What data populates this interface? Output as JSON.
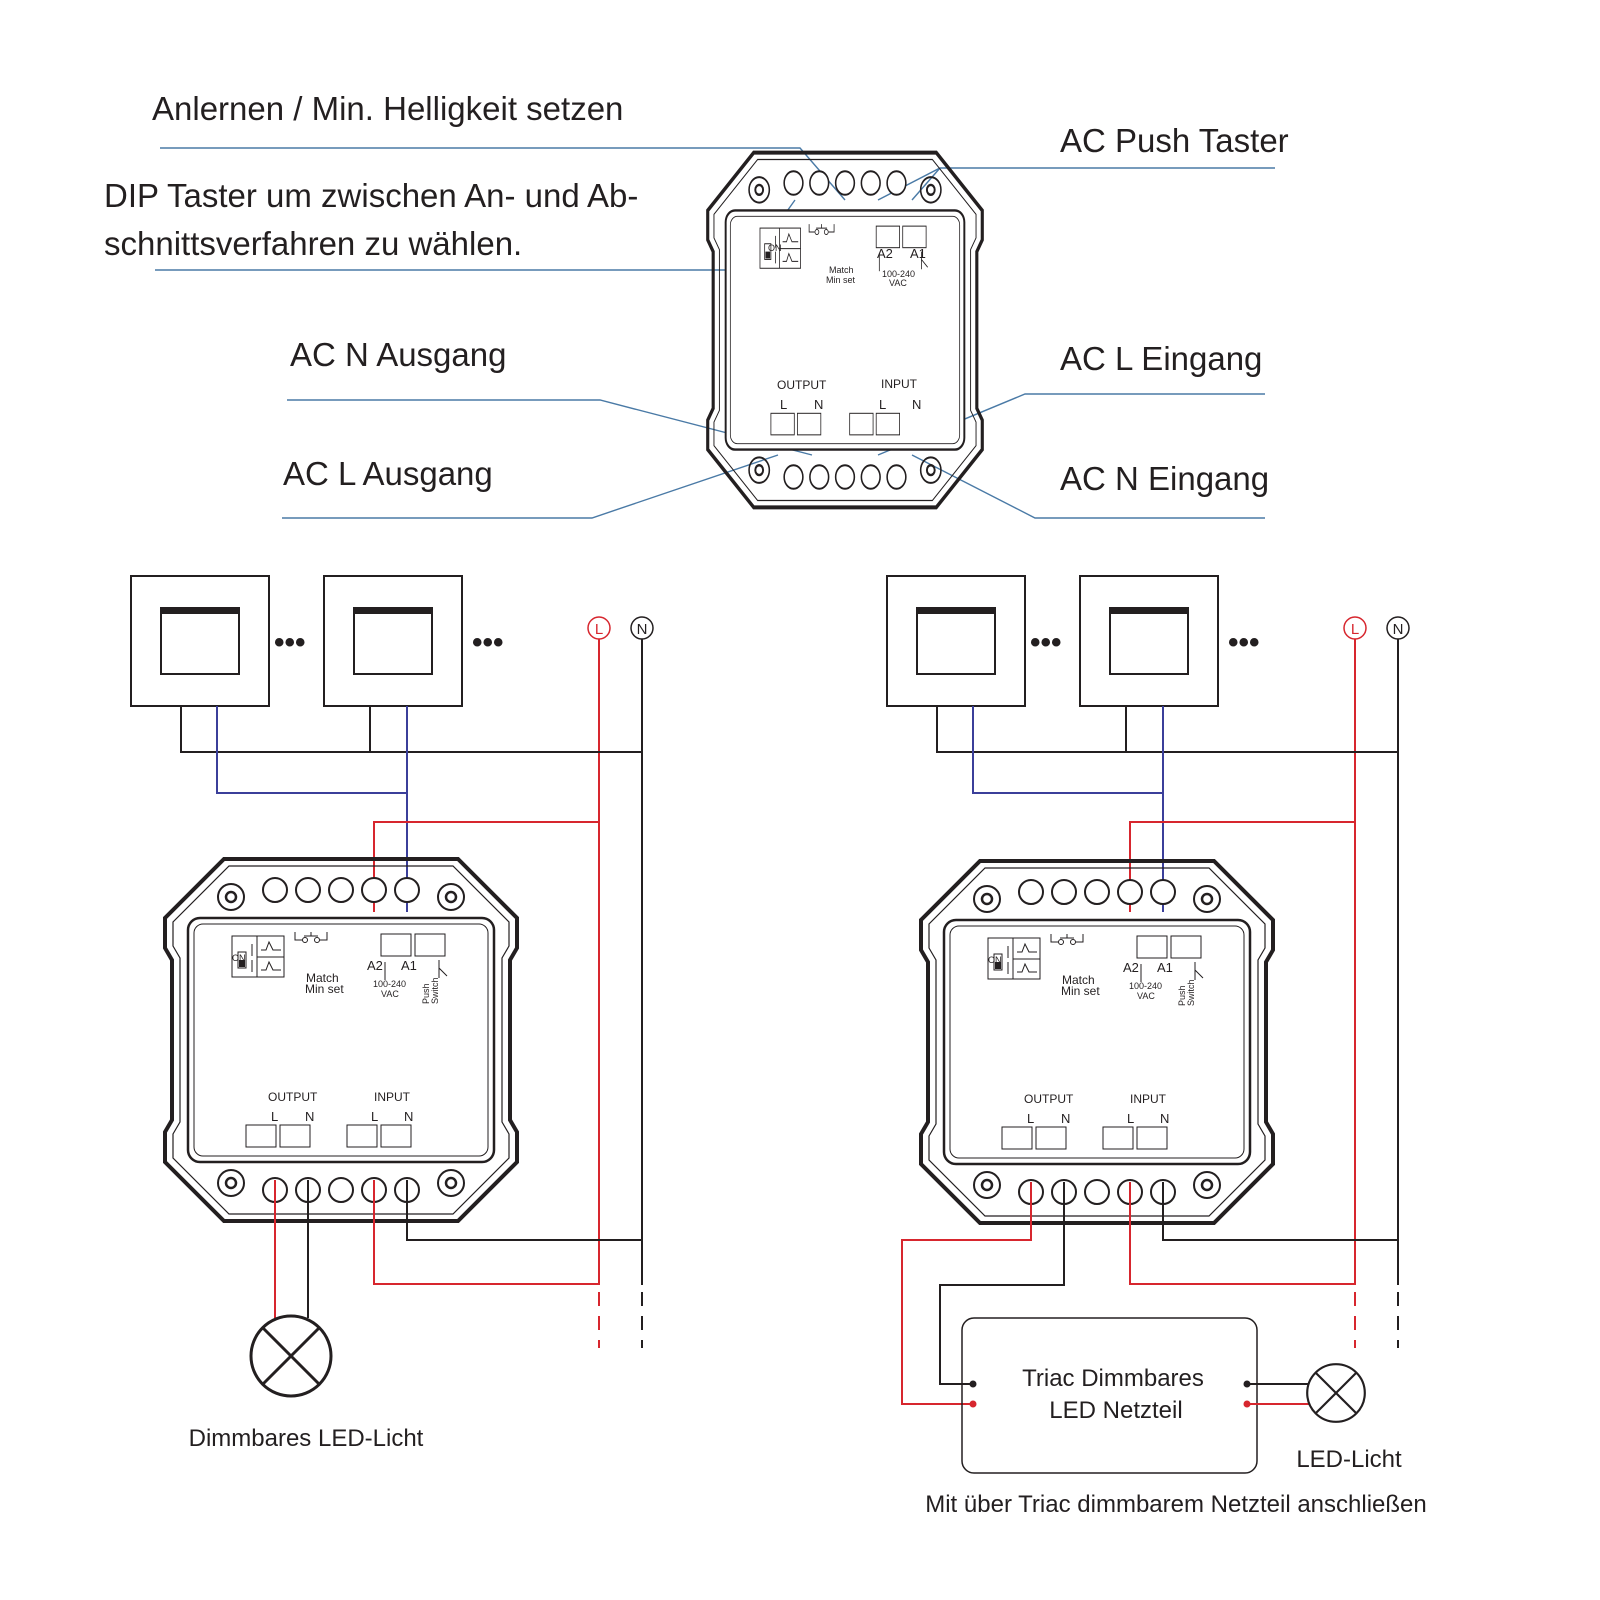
{
  "callouts": {
    "learn_min": "Anlernen / Min. Helligkeit setzen",
    "ac_push": "AC Push Taster",
    "dip_line1": "DIP Taster um zwischen An- und Ab-",
    "dip_line2": "schnittsverfahren zu wählen.",
    "ac_n_out": "AC N Ausgang",
    "ac_l_in": "AC L Eingang",
    "ac_l_out": "AC L Ausgang",
    "ac_n_in": "AC N Eingang"
  },
  "device": {
    "on": "ON",
    "match": "Match",
    "min_set": "Min set",
    "a2": "A2",
    "a1": "A1",
    "voltage": "100-240",
    "vac": "VAC",
    "push": "Push",
    "switch": "Switch",
    "output": "OUTPUT",
    "input": "INPUT",
    "l": "L",
    "n": "N"
  },
  "bus": {
    "l": "L",
    "n": "N"
  },
  "switch_dots": "•••",
  "left_diagram": {
    "caption": "Dimmbares LED-Licht"
  },
  "right_diagram": {
    "psu_line1": "Triac Dimmbares",
    "psu_line2": "LED Netzteil",
    "lamp_caption": "LED-Licht",
    "caption": "Mit über Triac dimmbarem Netzteil anschließen"
  },
  "colors": {
    "line": "#231f20",
    "live": "#d7262e",
    "switch_wire": "#3b3f9a",
    "leader": "#4a7aa6"
  }
}
